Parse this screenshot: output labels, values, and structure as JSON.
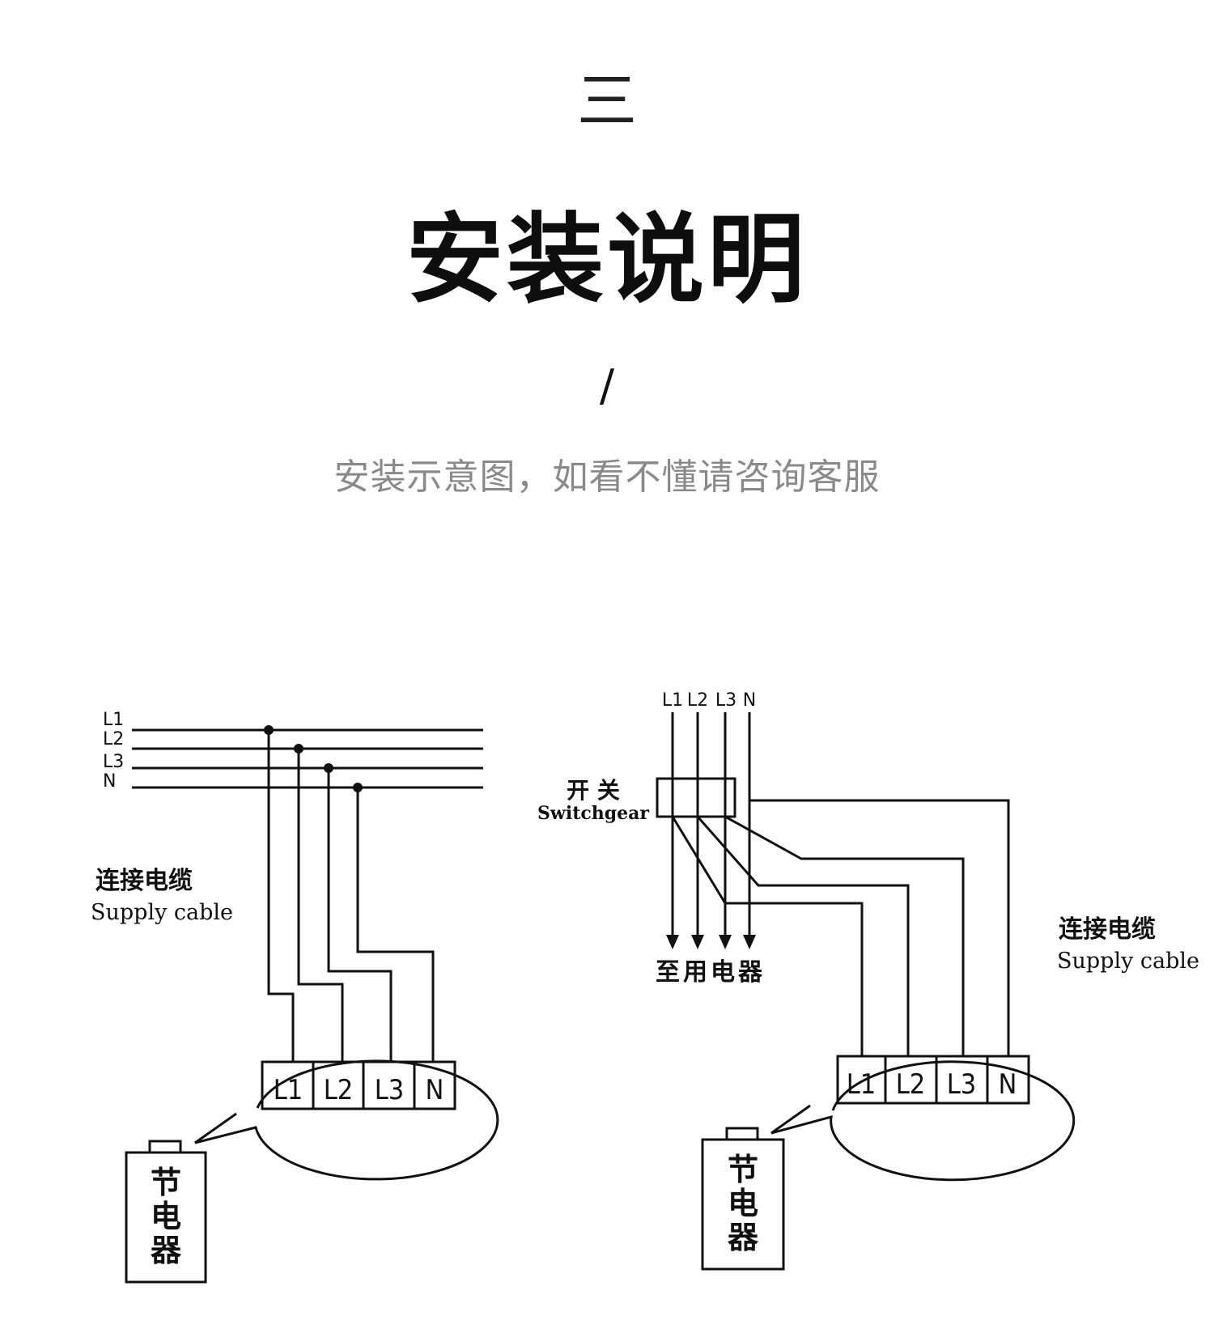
{
  "header": {
    "section_number": "三",
    "title": "安装说明",
    "divider": "/",
    "subtitle": "安装示意图，如看不懂请咨询客服"
  },
  "diagram_left": {
    "line_labels": [
      "L1",
      "L2",
      "L3",
      "N"
    ],
    "cable_label_cn": "连接电缆",
    "cable_label_en": "Supply cable",
    "terminals": [
      "L1",
      "L2",
      "L3",
      "N"
    ],
    "device_label": [
      "节",
      "电",
      "器"
    ]
  },
  "diagram_right": {
    "line_labels": [
      "L1",
      "L2",
      "L3",
      "N"
    ],
    "switch_label_cn": "开 关",
    "switch_label_en": "Switchgear",
    "load_label": "至用电器",
    "cable_label_cn": "连接电缆",
    "cable_label_en": "Supply cable",
    "terminals": [
      "L1",
      "L2",
      "L3",
      "N"
    ],
    "device_label": [
      "节",
      "电",
      "器"
    ]
  }
}
